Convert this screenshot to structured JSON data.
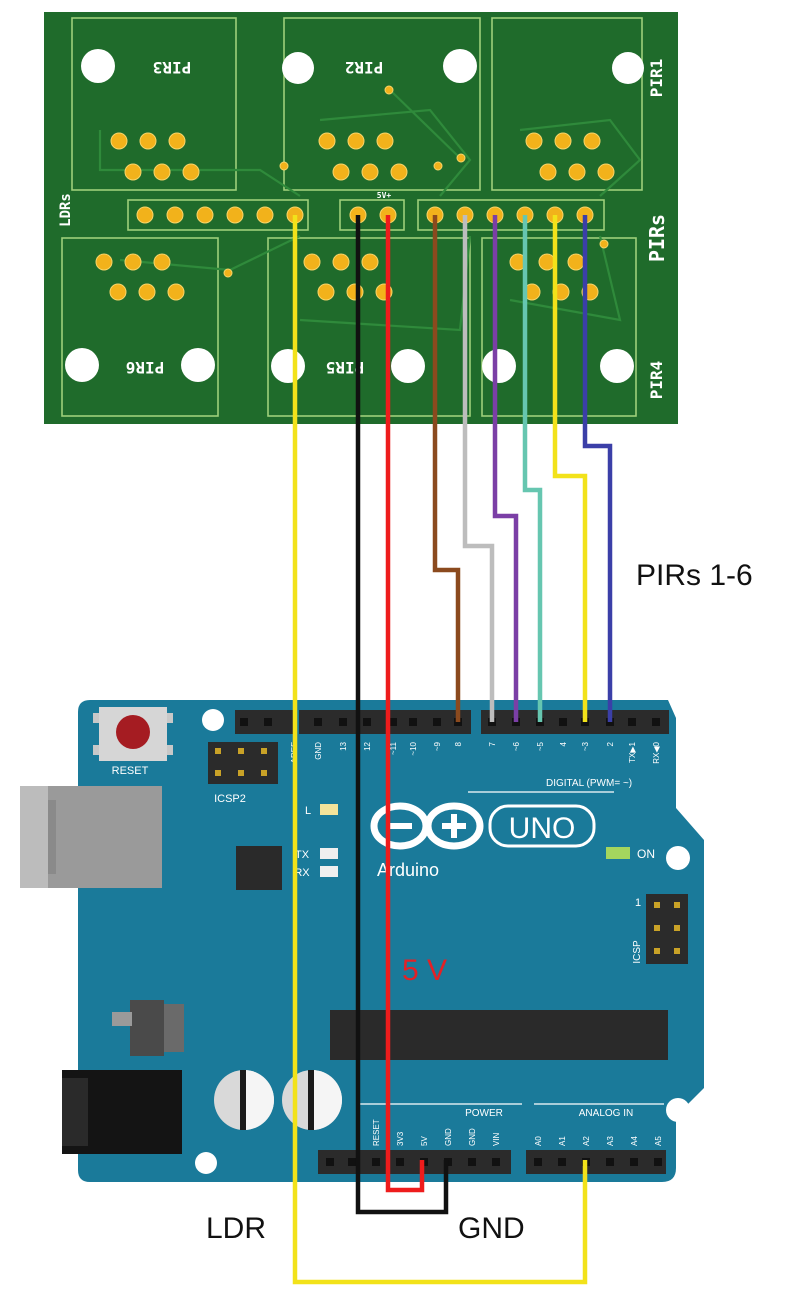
{
  "pcb": {
    "silkscreen": {
      "pir1": "PIR1",
      "pir2": "PIR2",
      "pir3": "PIR3",
      "pir4": "PIR4",
      "pir5": "PIR5",
      "pir6": "PIR6",
      "ldrs": "LDRs",
      "pirs": "PIRs",
      "fiveV": "5V+"
    },
    "board_color": "#1f6b2b",
    "pad_color": "#f2b21b"
  },
  "arduino": {
    "reset_label": "RESET",
    "icsp2_label": "ICSP2",
    "icsp_label": "ICSP",
    "icsp_pin1": "1",
    "brand": "Arduino",
    "model": "UNO",
    "on_label": "ON",
    "led_l": "L",
    "led_tx": "TX",
    "led_rx": "RX",
    "digital_label": "DIGITAL (PWM= ~)",
    "power_label": "POWER",
    "analog_label": "ANALOG IN",
    "digital_pins": [
      "AREF",
      "GND",
      "13",
      "12",
      "~11",
      "~10",
      "~9",
      "8",
      "7",
      "~6",
      "~5",
      "4",
      "~3",
      "2",
      "TX▶1",
      "RX◀0"
    ],
    "power_pins": [
      "",
      "RESET",
      "3V3",
      "5V",
      "GND",
      "GND",
      "VIN"
    ],
    "analog_pins": [
      "A0",
      "A1",
      "A2",
      "A3",
      "A4",
      "A5"
    ],
    "board_color": "#1a7a9a"
  },
  "annotations": {
    "pirs": "PIRs 1-6",
    "five_v": "5 V",
    "ldr": "LDR",
    "gnd": "GND"
  },
  "wire_colors": {
    "ldr": "#f2e21a",
    "gnd": "#111111",
    "vcc": "#ee1c1c",
    "pir6": "#8b4a1e",
    "pir5": "#bdbdbd",
    "pir4": "#7b3fa6",
    "pir3": "#66c6b0",
    "pir2": "#f2e21a",
    "pir1": "#3b3fa8"
  }
}
